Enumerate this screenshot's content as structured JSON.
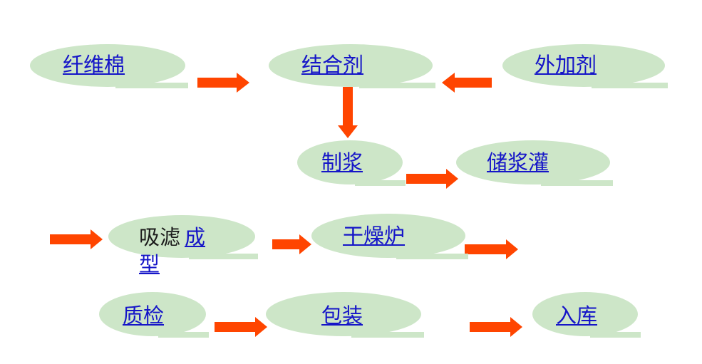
{
  "nodes": {
    "fiber": "纤维棉",
    "binder": "结合剂",
    "additive": "外加剂",
    "pulping": "制浆",
    "storage": "储浆灌",
    "forming_a": "吸滤",
    "forming_b": "成",
    "forming_c": "型",
    "dryer": "干燥炉",
    "inspection": "质检",
    "packing": "包装",
    "warehouse": "入库"
  },
  "colors": {
    "node_fill": "#cde6c8",
    "arrow": "#ff4500",
    "link_text": "#1515c8"
  }
}
